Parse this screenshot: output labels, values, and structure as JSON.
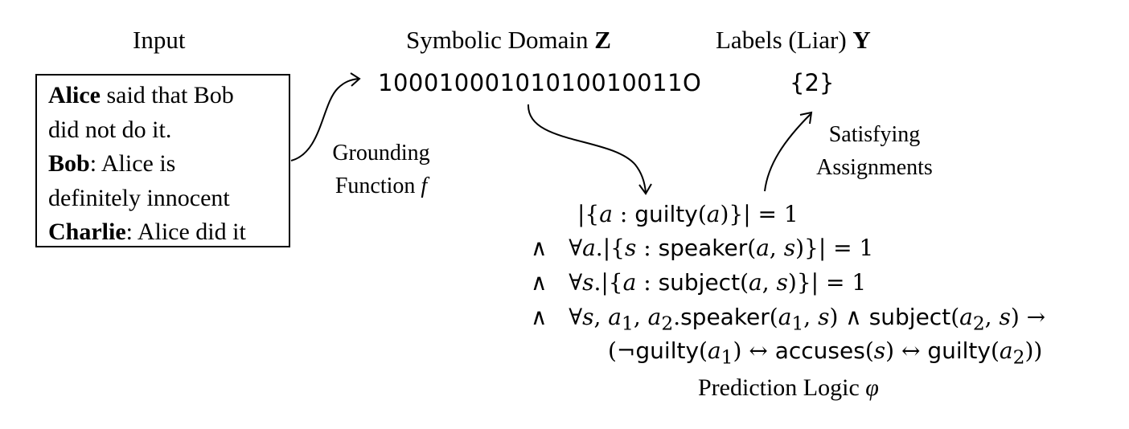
{
  "headings": {
    "input": "Input",
    "symbolic_domain": "Symbolic Domain",
    "symbolic_domain_symbol": "Z",
    "labels": "Labels (Liar)",
    "labels_symbol": "Y"
  },
  "input_lines": [
    {
      "bold": "Alice",
      "rest": " said that Bob"
    },
    {
      "bold": "",
      "rest": "did not do it."
    },
    {
      "bold": "Bob",
      "rest": ": Alice is"
    },
    {
      "bold": "",
      "rest": "definitely innocent"
    },
    {
      "bold": "Charlie",
      "rest": ": Alice did it"
    }
  ],
  "symbolic_value": "10001000101010010011O",
  "label_value": "{2}",
  "grounding": {
    "line1": "Grounding",
    "line2": "Function",
    "symbol": "f"
  },
  "satisfying": {
    "line1": "Satisfying",
    "line2": "Assignments"
  },
  "prediction_logic": {
    "label": "Prediction Logic",
    "symbol": "φ"
  }
}
